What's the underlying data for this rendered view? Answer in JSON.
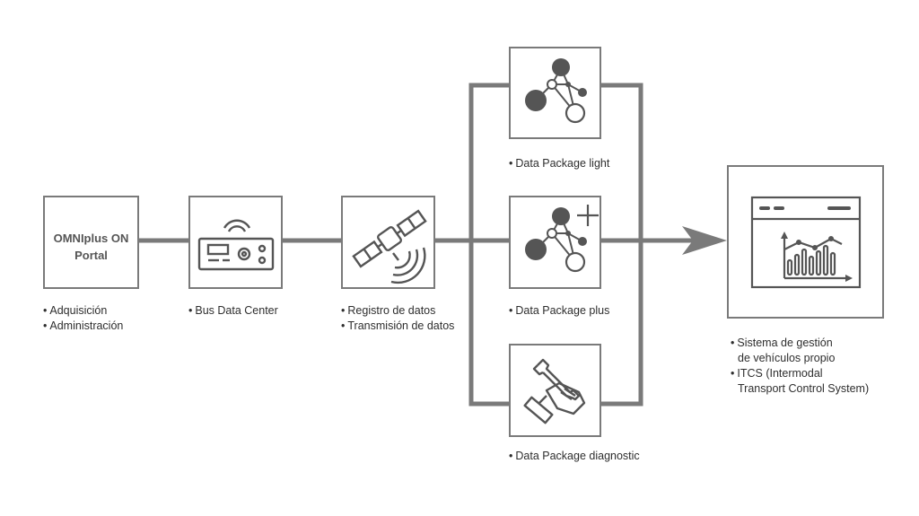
{
  "portal": {
    "title": "OMNIplus ON\nPortal",
    "items": [
      "Adquisición",
      "Administración"
    ]
  },
  "bus_data_center": {
    "items": [
      "Bus Data Center"
    ]
  },
  "satellite": {
    "items": [
      "Registro de datos",
      "Transmisión de datos"
    ]
  },
  "package_light": {
    "label": "Data Package light"
  },
  "package_plus": {
    "label": "Data Package plus"
  },
  "package_diagnostic": {
    "label": "Data Package diagnostic"
  },
  "fleet": {
    "items": [
      {
        "first": "Sistema de gestión",
        "rest": "de vehículos propio"
      },
      {
        "first": "ITCS (Intermodal",
        "rest": "Transport Control System)"
      }
    ]
  },
  "colors": {
    "line": "#7a7a7a",
    "icon_dark": "#555555",
    "text": "#2e2e2e"
  },
  "icons": [
    "network-icon",
    "network-plus-icon",
    "wrench-hand-icon",
    "bus-data-center-device-icon",
    "satellite-icon",
    "dashboard-chart-icon"
  ]
}
